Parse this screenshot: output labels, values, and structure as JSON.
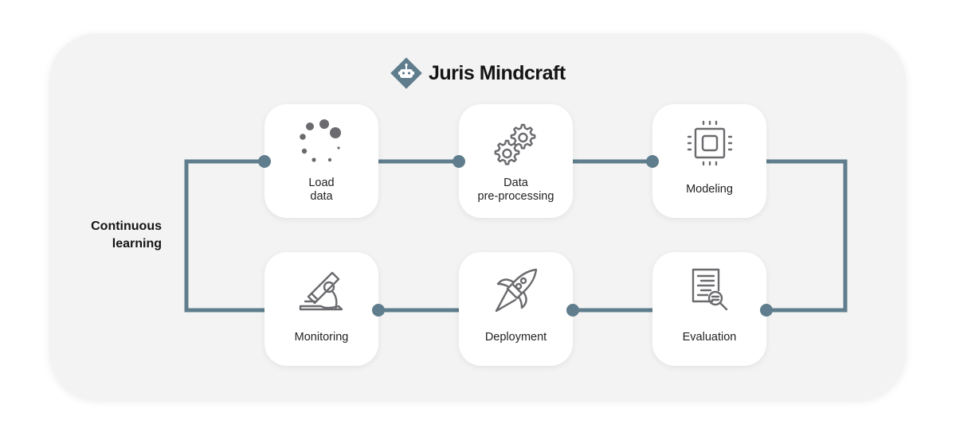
{
  "brand": {
    "name": "Juris Mindcraft",
    "logo_icon": "robot-diamond-icon",
    "accent_color": "#5f7d8c"
  },
  "loop_label": {
    "line1": "Continuous",
    "line2": "learning"
  },
  "steps": [
    {
      "id": "load-data",
      "line1": "Load",
      "line2": "data",
      "icon": "loading-dots-icon"
    },
    {
      "id": "data-pre-processing",
      "line1": "Data",
      "line2": "pre-processing",
      "icon": "gears-icon"
    },
    {
      "id": "modeling",
      "line1": "Modeling",
      "icon": "chip-icon"
    },
    {
      "id": "evaluation",
      "line1": "Evaluation",
      "icon": "document-search-icon"
    },
    {
      "id": "deployment",
      "line1": "Deployment",
      "icon": "rocket-icon"
    },
    {
      "id": "monitoring",
      "line1": "Monitoring",
      "icon": "microscope-icon"
    }
  ],
  "colors": {
    "connector": "#5f7d8c",
    "icon_stroke": "#6b6b6f",
    "panel_bg": "#f3f3f3",
    "card_bg": "#ffffff"
  }
}
